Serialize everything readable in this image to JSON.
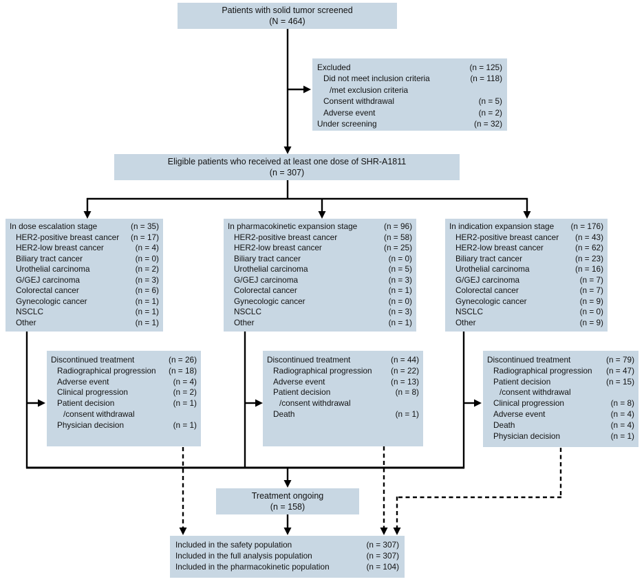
{
  "colors": {
    "box_fill": "#c8d7e3",
    "line": "#000000",
    "background": "#ffffff"
  },
  "boxes": {
    "screened": {
      "line1": "Patients with solid tumor screened",
      "line2": "(N = 464)"
    },
    "excluded": {
      "rows": [
        {
          "label": "Excluded",
          "value": "(n = 125)"
        },
        {
          "label": "Did not meet inclusion criteria",
          "value": "(n = 118)"
        },
        {
          "label": "/met exclusion criteria",
          "value": ""
        },
        {
          "label": "Consent withdrawal",
          "value": "(n = 5)"
        },
        {
          "label": "Adverse event",
          "value": "(n = 2)"
        },
        {
          "label": "Under screening",
          "value": "(n = 32)"
        }
      ]
    },
    "eligible": {
      "line1": "Eligible patients who received at least one dose of SHR-A1811",
      "line2": "(n = 307)"
    },
    "dose_escalation": {
      "rows": [
        {
          "label": "In dose escalation stage",
          "value": "(n = 35)"
        },
        {
          "label": "HER2-positive breast cancer",
          "value": "(n = 17)"
        },
        {
          "label": "HER2-low breast cancer",
          "value": "(n = 4)"
        },
        {
          "label": "Biliary tract cancer",
          "value": "(n = 0)"
        },
        {
          "label": "Urothelial carcinoma",
          "value": "(n = 2)"
        },
        {
          "label": "G/GEJ carcinoma",
          "value": "(n = 3)"
        },
        {
          "label": "Colorectal cancer",
          "value": "(n = 6)"
        },
        {
          "label": "Gynecologic cancer",
          "value": "(n = 1)"
        },
        {
          "label": "NSCLC",
          "value": "(n = 1)"
        },
        {
          "label": "Other",
          "value": "(n = 1)"
        }
      ]
    },
    "pk_expansion": {
      "rows": [
        {
          "label": "In pharmacokinetic expansion stage",
          "value": "(n = 96)"
        },
        {
          "label": "HER2-positive breast cancer",
          "value": "(n = 58)"
        },
        {
          "label": "HER2-low breast cancer",
          "value": "(n = 25)"
        },
        {
          "label": "Biliary tract cancer",
          "value": "(n = 0)"
        },
        {
          "label": "Urothelial carcinoma",
          "value": "(n = 5)"
        },
        {
          "label": "G/GEJ carcinoma",
          "value": "(n = 3)"
        },
        {
          "label": "Colorectal cancer",
          "value": "(n = 1)"
        },
        {
          "label": "Gynecologic cancer",
          "value": "(n = 0)"
        },
        {
          "label": "NSCLC",
          "value": "(n = 3)"
        },
        {
          "label": "Other",
          "value": "(n = 1)"
        }
      ]
    },
    "indication_expansion": {
      "rows": [
        {
          "label": "In indication expansion stage",
          "value": "(n = 176)"
        },
        {
          "label": "HER2-positive breast cancer",
          "value": "(n = 43)"
        },
        {
          "label": "HER2-low breast cancer",
          "value": "(n = 62)"
        },
        {
          "label": "Biliary tract cancer",
          "value": "(n = 23)"
        },
        {
          "label": "Urothelial carcinoma",
          "value": "(n = 16)"
        },
        {
          "label": "G/GEJ carcinoma",
          "value": "(n = 7)"
        },
        {
          "label": "Colorectal cancer",
          "value": "(n = 7)"
        },
        {
          "label": "Gynecologic cancer",
          "value": "(n = 9)"
        },
        {
          "label": "NSCLC",
          "value": "(n = 0)"
        },
        {
          "label": "Other",
          "value": "(n = 9)"
        }
      ]
    },
    "disc_dose_escalation": {
      "rows": [
        {
          "label": "Discontinued treatment",
          "value": "(n = 26)"
        },
        {
          "label": "Radiographical progression",
          "value": "(n = 18)"
        },
        {
          "label": "Adverse event",
          "value": "(n = 4)"
        },
        {
          "label": "Clinical progression",
          "value": "(n = 2)"
        },
        {
          "label": "Patient decision",
          "value": "(n = 1)"
        },
        {
          "label": "/consent withdrawal",
          "value": ""
        },
        {
          "label": "Physician decision",
          "value": "(n = 1)"
        }
      ]
    },
    "disc_pk_expansion": {
      "rows": [
        {
          "label": "Discontinued treatment",
          "value": "(n = 44)"
        },
        {
          "label": "Radiographical progression",
          "value": "(n = 22)"
        },
        {
          "label": "Adverse event",
          "value": "(n = 13)"
        },
        {
          "label": "Patient decision",
          "value": "(n = 8)"
        },
        {
          "label": "/consent withdrawal",
          "value": ""
        },
        {
          "label": "Death",
          "value": "(n = 1)"
        }
      ]
    },
    "disc_indication_expansion": {
      "rows": [
        {
          "label": "Discontinued treatment",
          "value": "(n = 79)"
        },
        {
          "label": "Radiographical progression",
          "value": "(n = 47)"
        },
        {
          "label": "Patient decision",
          "value": "(n = 15)"
        },
        {
          "label": "/consent withdrawal",
          "value": ""
        },
        {
          "label": "Clinical progression",
          "value": "(n = 8)"
        },
        {
          "label": "Adverse event",
          "value": "(n = 4)"
        },
        {
          "label": "Death",
          "value": "(n = 4)"
        },
        {
          "label": "Physician decision",
          "value": "(n = 1)"
        }
      ]
    },
    "ongoing": {
      "line1": "Treatment ongoing",
      "line2": "(n = 158)"
    },
    "populations": {
      "rows": [
        {
          "label": "Included in the safety population",
          "value": "(n = 307)"
        },
        {
          "label": "Included in the full analysis population",
          "value": "(n = 307)"
        },
        {
          "label": "Included in the pharmacokinetic population",
          "value": "(n = 104)"
        }
      ]
    }
  }
}
